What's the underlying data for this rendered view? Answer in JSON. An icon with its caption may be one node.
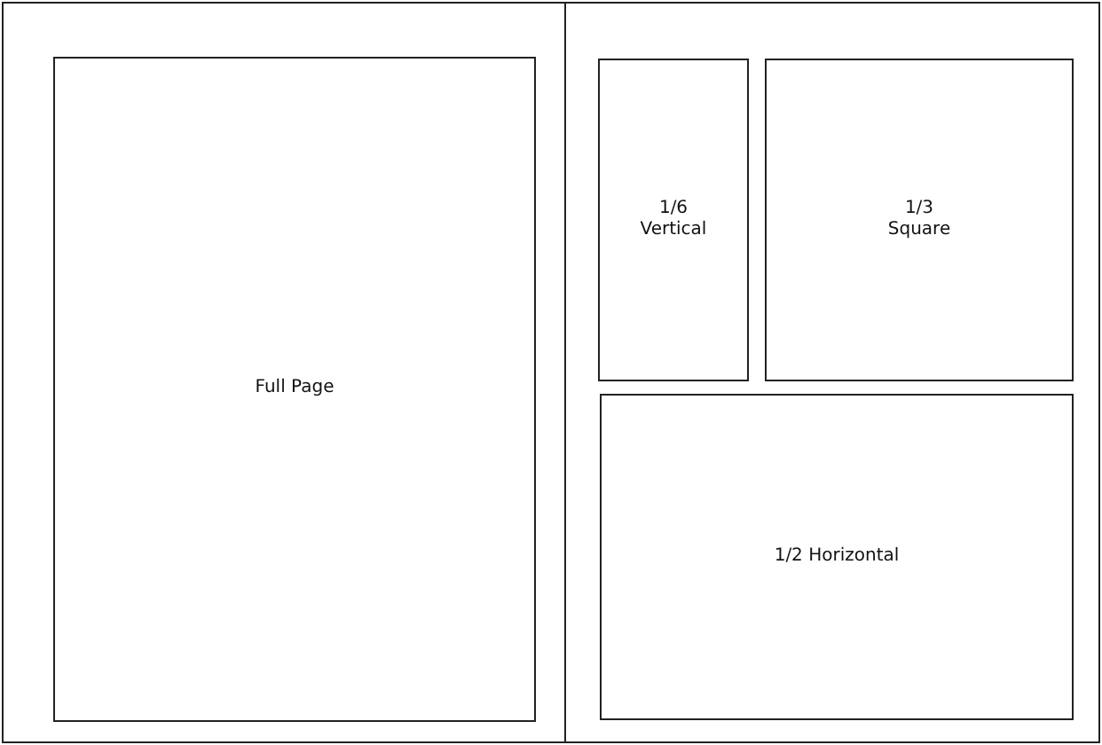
{
  "diagram": {
    "nodes": [
      {
        "text": [],
        "shape": "box"
      },
      {
        "text": [],
        "shape": "box"
      },
      {
        "text": [
          "Full Page"
        ],
        "in": 0
      },
      {
        "text": [
          "1/6 Vertical"
        ],
        "in": 1
      },
      {
        "text": [
          "1/3 Square"
        ],
        "in": 1
      },
      {
        "text": [
          "1/2 Horizontal"
        ],
        "in": 1
      }
    ],
    "edges": []
  }
}
